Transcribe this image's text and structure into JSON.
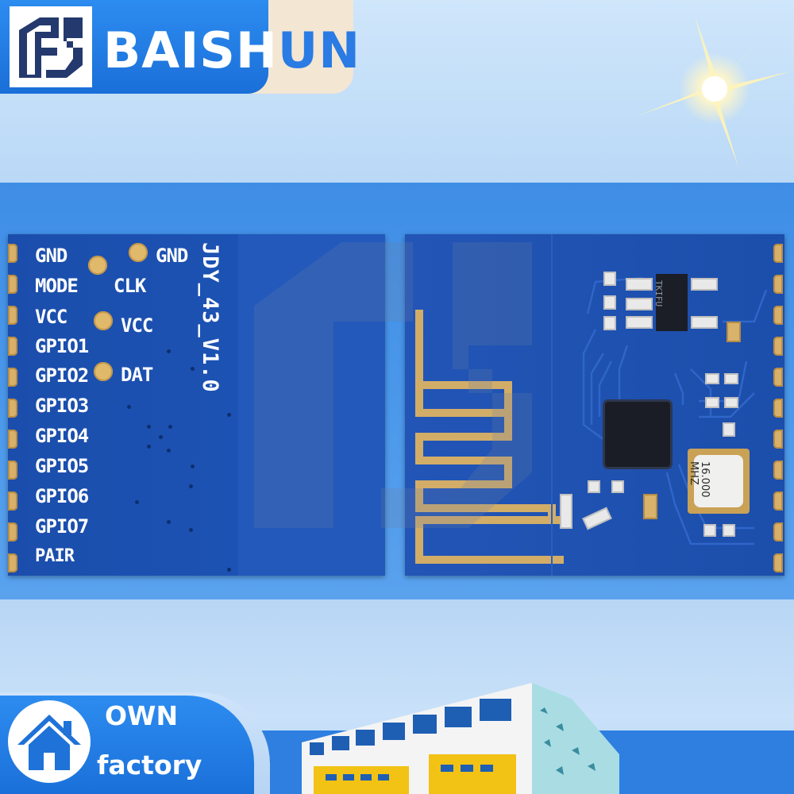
{
  "brand": {
    "name_main": "BAISH",
    "name_tail": "UN",
    "colors": {
      "primary": "#1f7ae6",
      "accent": "#f3e6d3"
    }
  },
  "module": {
    "model": "JDY_43_V1.0",
    "edge_pins": [
      "GND",
      "MODE",
      "VCC",
      "GPIO1",
      "GPIO2",
      "GPIO3",
      "GPIO4",
      "GPIO5",
      "GPIO6",
      "GPIO7",
      "PAIR"
    ],
    "inner_pins": [
      "GND",
      "CLK",
      "VCC",
      "DAT"
    ],
    "crystal_label": [
      "16.000",
      "MHZ"
    ],
    "regulator_label": "TKIFU"
  },
  "badge": {
    "line1": "OWN",
    "line2": "factory"
  }
}
